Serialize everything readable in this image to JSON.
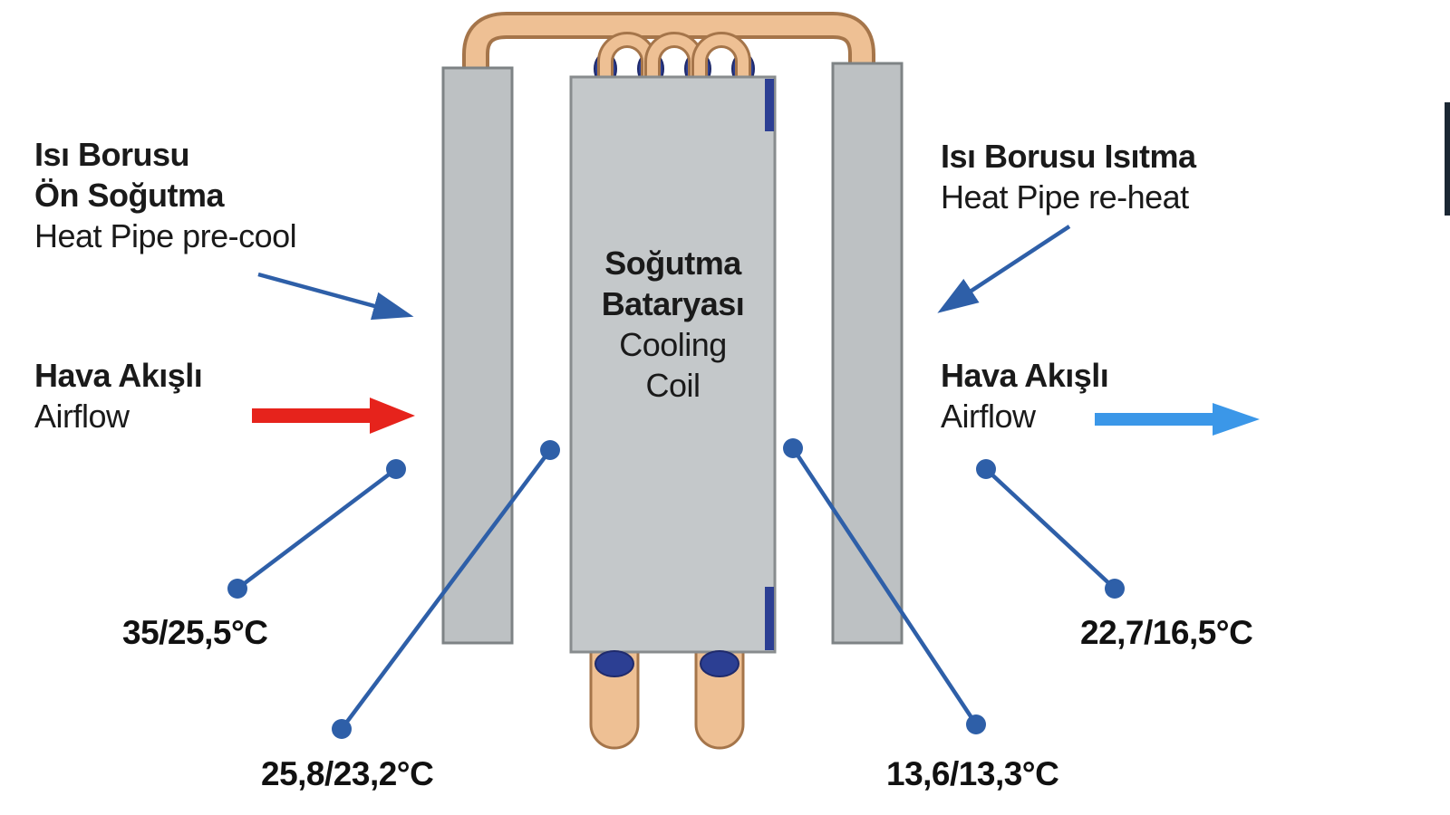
{
  "diagram": {
    "pre_cool_label": {
      "l1": "Isı Borusu",
      "l2": "Ön Soğutma",
      "l3": "Heat Pipe pre-cool"
    },
    "airflow_in_label": {
      "l1": "Hava Akışlı",
      "l2": "Airflow"
    },
    "cooling_coil_label": {
      "l1": "Soğutma",
      "l2": "Bataryası",
      "l3": "Cooling",
      "l4": "Coil"
    },
    "reheat_label": {
      "l1": "Isı Borusu Isıtma",
      "l2": "Heat Pipe re-heat"
    },
    "airflow_out_label": {
      "l1": "Hava Akışlı",
      "l2": "Airflow"
    },
    "temperatures": {
      "inlet": "35/25,5°C",
      "after_precool": "25,8/23,2°C",
      "after_coil": "13,6/13,3°C",
      "outlet": "22,7/16,5°C"
    },
    "colors": {
      "leader_blue": "#2E5FA8",
      "airflow_in_red": "#E6231C",
      "airflow_out_blue": "#3B97E8",
      "panel_gray": "#BDC1C3",
      "coil_gray": "#C4C8CA",
      "pipe_copper": "#EEC094",
      "pipe_outline": "#A5754A",
      "connector_navy": "#2C3F93",
      "text": "#1A1A1A"
    }
  }
}
